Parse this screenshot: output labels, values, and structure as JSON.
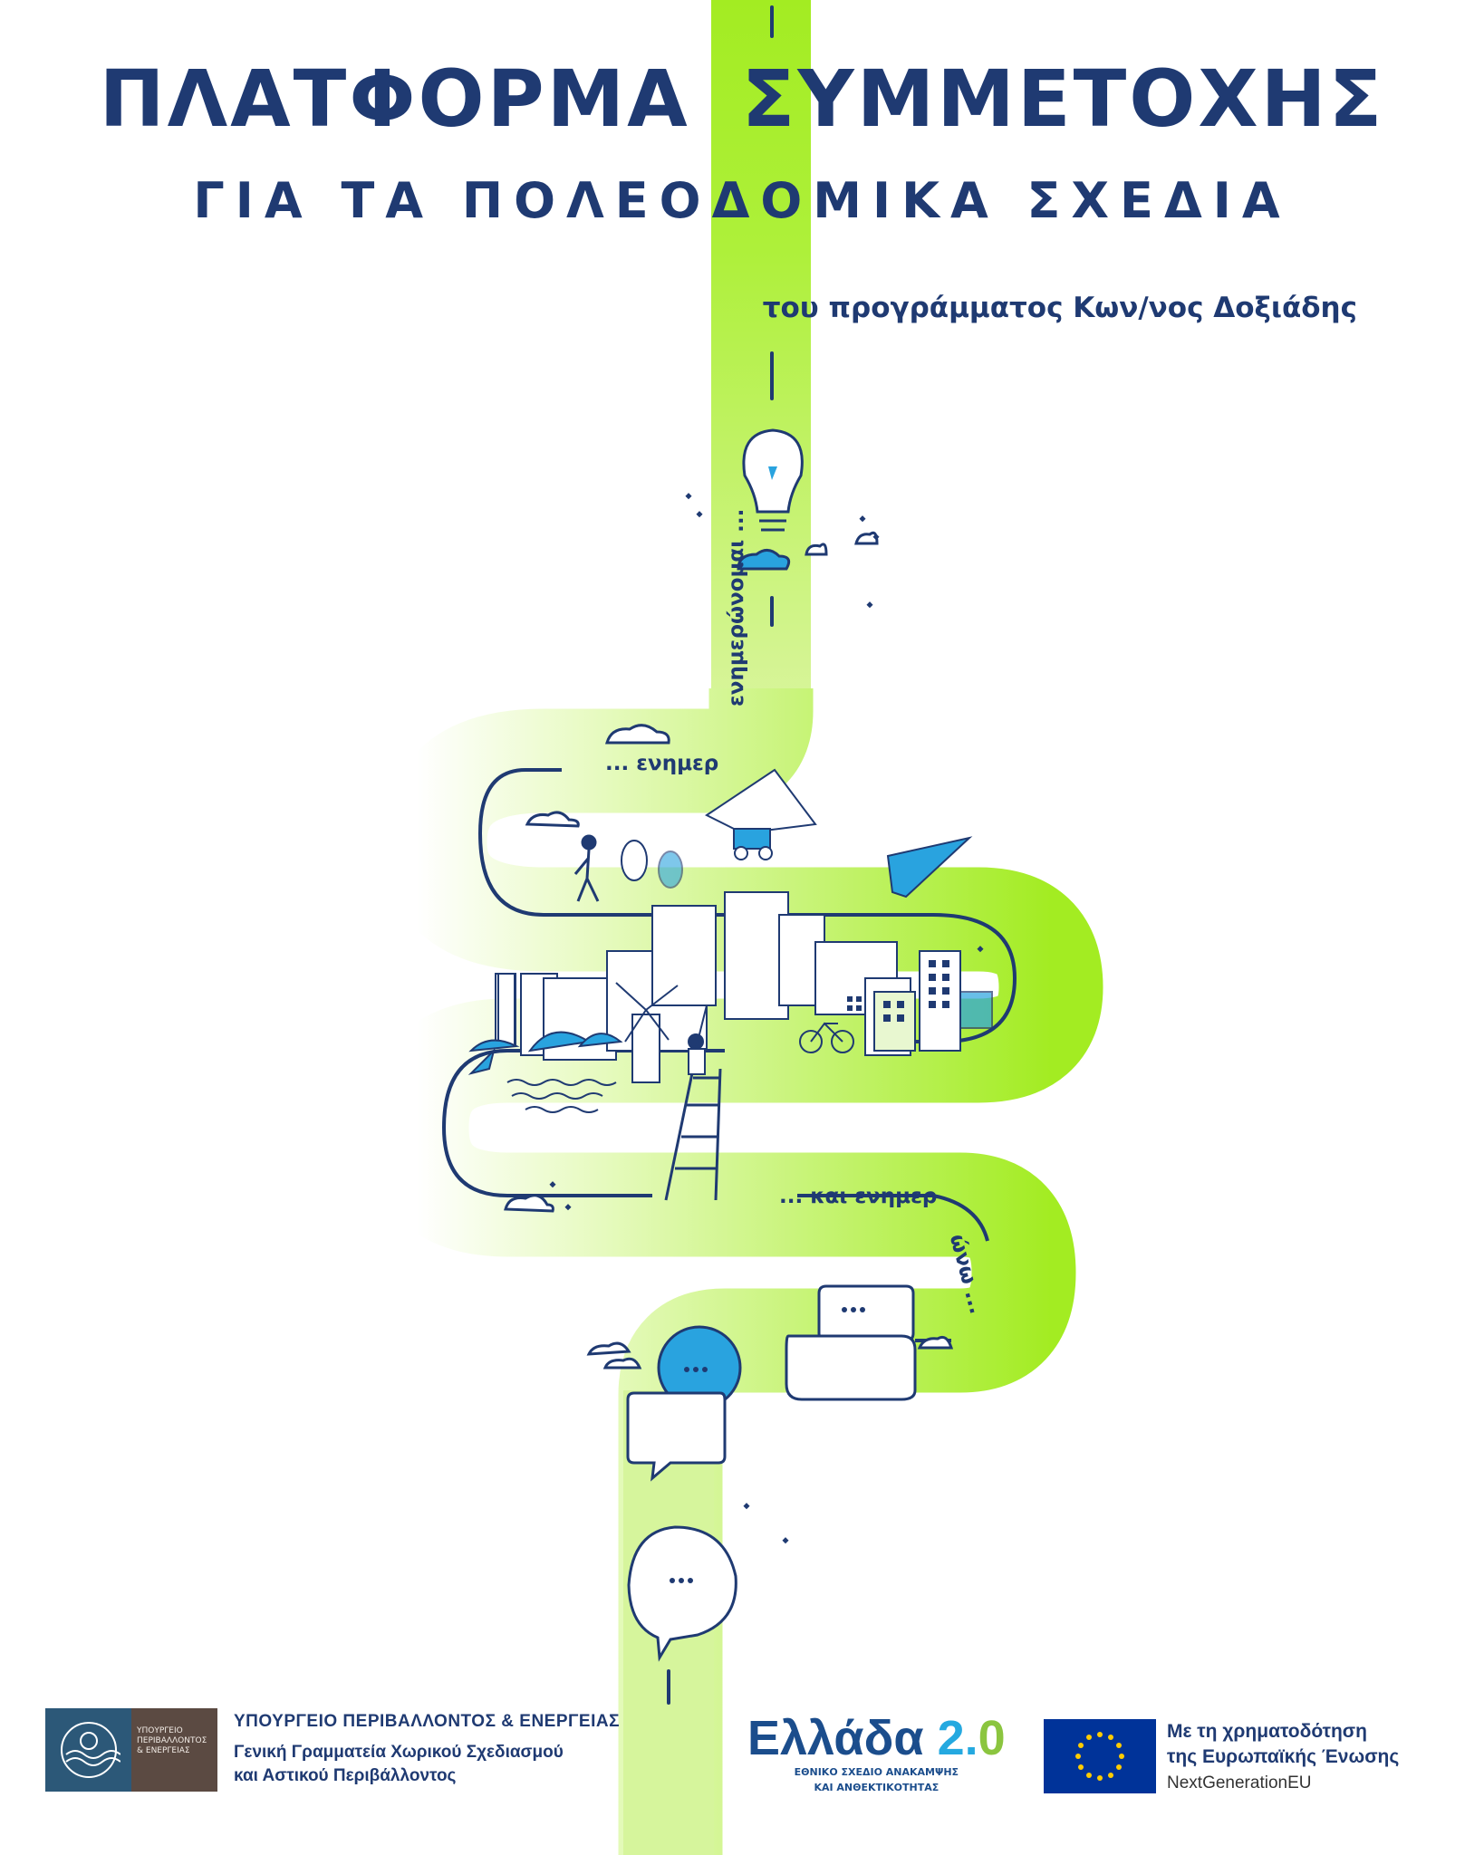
{
  "header": {
    "title_line1": "ΠΛΑΤΦΟΡΜΑ  ΣΥΜΜΕΤΟΧΗΣ",
    "title_line2": "ΓΙΑ ΤΑ ΠΟΛΕΟΔΟΜΙΚΑ ΣΧΕΔΙΑ",
    "subtitle": "του προγράμματος Κων/νος Δοξιάδης"
  },
  "path_labels": {
    "informed_vertical": "ενημερώνομαι ...",
    "informed_horizontal": "... ενημερ",
    "inform_horizontal": "... και ενημερ",
    "inform_diagonal": "ώνω ..."
  },
  "footer": {
    "ministry_logo_text": "ΥΠΟΥΡΓΕΙΟ ΠΕΡΙΒΑΛΛΟΝΤΟΣ & ΕΝΕΡΓΕΙΑΣ",
    "ministry_name": "ΥΠΟΥΡΓΕΙΟ ΠΕΡΙΒΑΛΛΟΝΤΟΣ & ΕΝΕΡΓΕΙΑΣ",
    "secretariat_line1": "Γενική Γραμματεία Χωρικού Σχεδιασμού",
    "secretariat_line2": "και Αστικού Περιβάλλοντος",
    "ellada_word": "Ελλάδα",
    "ellada_version_2": "2",
    "ellada_version_dot": ".",
    "ellada_version_0": "0",
    "ellada_sub_line1": "ΕΘΝΙΚΟ ΣΧΕΔΙΟ ΑΝΑΚΑΜΨΗΣ",
    "ellada_sub_line2": "ΚΑΙ ΑΝΘΕΚΤΙΚΟΤΗΤΑΣ",
    "eu_line1": "Με τη χρηματοδότηση",
    "eu_line2": "της Ευρωπαϊκής Ένωσης",
    "eu_line3": "NextGenerationEU"
  },
  "colors": {
    "navy": "#1f3a72",
    "green": "#a6ec2b",
    "light_green": "#e3f8b6",
    "blue": "#29a3df"
  }
}
